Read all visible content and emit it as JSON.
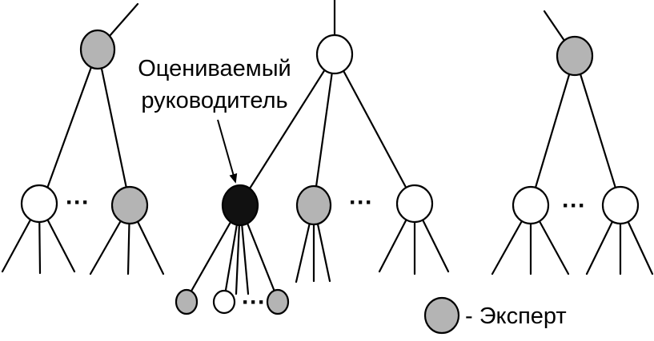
{
  "annotation": {
    "line1": "Оцениваемый",
    "line2": "руководитель"
  },
  "legend": {
    "text": "- Эксперт"
  },
  "ellipsis": "···",
  "colors": {
    "expert": "#b4b4b4",
    "regular": "#ffffff",
    "evaluated": "#111111",
    "stroke": "#000000"
  }
}
